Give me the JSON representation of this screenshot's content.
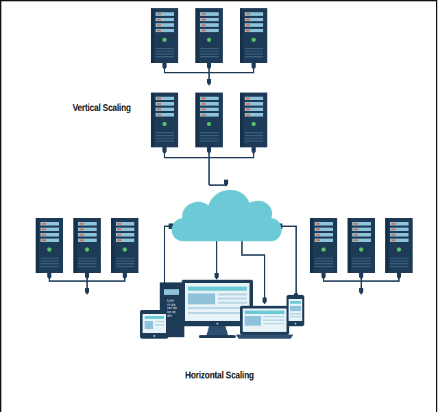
{
  "diagram": {
    "labels": [
      "Vertical Scaling",
      "Horizontal Scaling",
      "Lorem ipsum dolor sit am"
    ]
  }
}
